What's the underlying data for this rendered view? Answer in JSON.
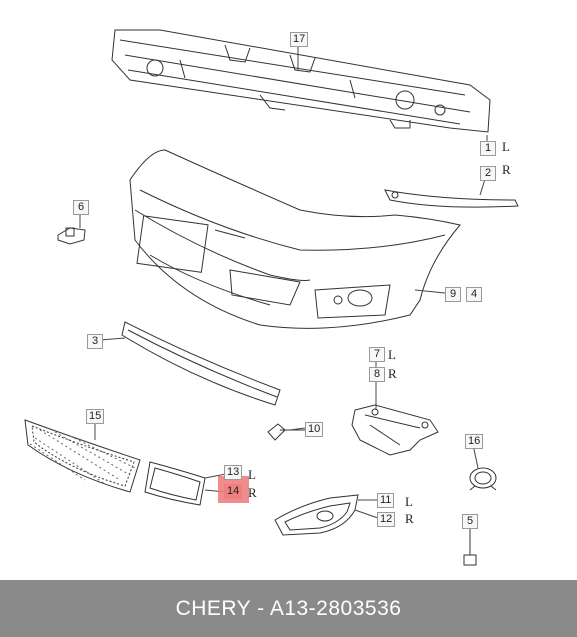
{
  "callouts": {
    "c1": "1",
    "c2": "2",
    "c3": "3",
    "c4": "4",
    "c5": "5",
    "c6": "6",
    "c7": "7",
    "c8": "8",
    "c9": "9",
    "c10": "10",
    "c11": "11",
    "c12": "12",
    "c13": "13",
    "c14": "14",
    "c15": "15",
    "c16": "16",
    "c17": "17"
  },
  "sides": {
    "left": "L",
    "right": "R"
  },
  "highlight_color": "#f08080",
  "footer": {
    "caption": "CHERY - A13-2803536"
  }
}
